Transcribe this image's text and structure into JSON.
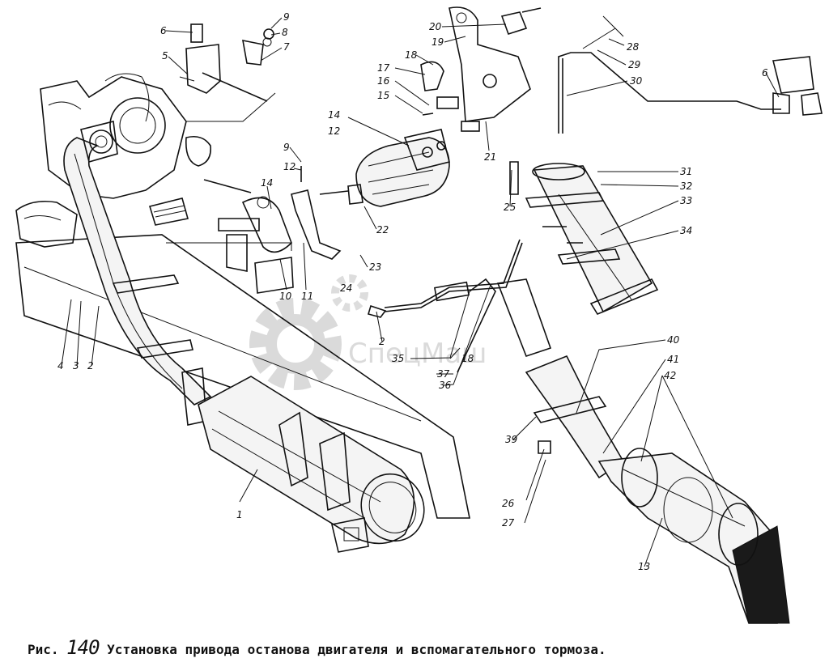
{
  "caption": {
    "prefix": "Рис.",
    "number": "140",
    "text": "Установка привода останова двигателя и вспомагательного тормоза."
  },
  "watermark": {
    "text": "СпецМаш"
  },
  "callouts": [
    {
      "id": "c1",
      "label": "1"
    },
    {
      "id": "c2",
      "label": "2"
    },
    {
      "id": "c2b",
      "label": "2"
    },
    {
      "id": "c3",
      "label": "3"
    },
    {
      "id": "c4",
      "label": "4"
    },
    {
      "id": "c5",
      "label": "5"
    },
    {
      "id": "c6",
      "label": "6"
    },
    {
      "id": "c6b",
      "label": "6"
    },
    {
      "id": "c7",
      "label": "7"
    },
    {
      "id": "c8",
      "label": "8"
    },
    {
      "id": "c9",
      "label": "9"
    },
    {
      "id": "c9b",
      "label": "9"
    },
    {
      "id": "c10",
      "label": "10"
    },
    {
      "id": "c11",
      "label": "11"
    },
    {
      "id": "c12",
      "label": "12"
    },
    {
      "id": "c12b",
      "label": "12"
    },
    {
      "id": "c13",
      "label": "13"
    },
    {
      "id": "c14",
      "label": "14"
    },
    {
      "id": "c14b",
      "label": "14"
    },
    {
      "id": "c15",
      "label": "15"
    },
    {
      "id": "c16",
      "label": "16"
    },
    {
      "id": "c17",
      "label": "17"
    },
    {
      "id": "c18",
      "label": "18"
    },
    {
      "id": "c18b",
      "label": "18"
    },
    {
      "id": "c19",
      "label": "19"
    },
    {
      "id": "c20",
      "label": "20"
    },
    {
      "id": "c21",
      "label": "21"
    },
    {
      "id": "c22",
      "label": "22"
    },
    {
      "id": "c23",
      "label": "23"
    },
    {
      "id": "c24",
      "label": "24"
    },
    {
      "id": "c25",
      "label": "25"
    },
    {
      "id": "c26",
      "label": "26"
    },
    {
      "id": "c27",
      "label": "27"
    },
    {
      "id": "c28",
      "label": "28"
    },
    {
      "id": "c29",
      "label": "29"
    },
    {
      "id": "c30",
      "label": "30"
    },
    {
      "id": "c31",
      "label": "31"
    },
    {
      "id": "c32",
      "label": "32"
    },
    {
      "id": "c33",
      "label": "33"
    },
    {
      "id": "c34",
      "label": "34"
    },
    {
      "id": "c35",
      "label": "35"
    },
    {
      "id": "c36",
      "label": "36"
    },
    {
      "id": "c37",
      "label": "37"
    },
    {
      "id": "c39",
      "label": "39"
    },
    {
      "id": "c40",
      "label": "40"
    },
    {
      "id": "c41",
      "label": "41"
    },
    {
      "id": "c42",
      "label": "42"
    }
  ]
}
